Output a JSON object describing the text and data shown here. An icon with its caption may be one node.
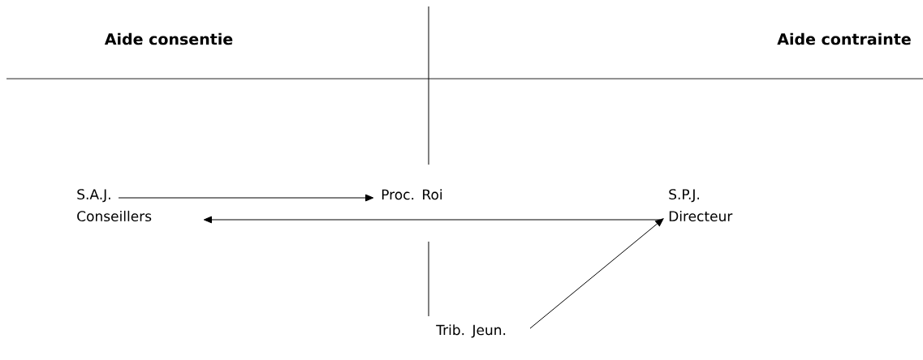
{
  "diagram": {
    "nodes": [
      {
        "text": [
          "S.A.J. Conseillers"
        ]
      },
      {
        "text": [
          "Proc. Roi"
        ]
      },
      {
        "text": [
          "S.P.J. Directeur"
        ]
      },
      {
        "text": [
          "Trib. Jeun."
        ]
      }
    ],
    "edges": [
      {
        "from": 0,
        "to": 1,
        "arrow": "to"
      },
      {
        "from": 2,
        "to": 0,
        "arrow": "to"
      },
      {
        "from": 3,
        "to": 2,
        "arrow": "to"
      }
    ],
    "labels": [
      "Aide consentie",
      "Aide contrainte"
    ]
  }
}
